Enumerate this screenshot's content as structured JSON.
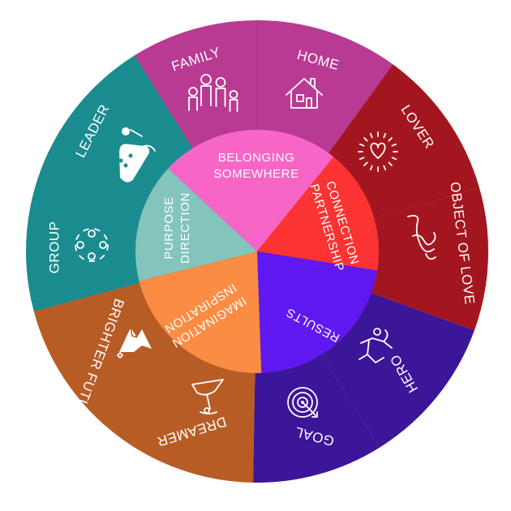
{
  "segments": [
    {
      "id": "leader",
      "label": "LEADER",
      "color": "#1a8c8f",
      "icon": "leader-bobsled-icon"
    },
    {
      "id": "family",
      "label": "FAMILY",
      "color": "#b93a93",
      "icon": "family-icon"
    },
    {
      "id": "home",
      "label": "HOME",
      "color": "#b93a93",
      "icon": "house-icon"
    },
    {
      "id": "lover",
      "label": "LOVER",
      "color": "#a4161f",
      "icon": "heart-icon"
    },
    {
      "id": "object-of-love",
      "label": "OBJECT OF LOVE",
      "color": "#a4161f",
      "icon": "love-script-icon"
    },
    {
      "id": "hero",
      "label": "HERO",
      "color": "#3c1699",
      "icon": "hero-icon"
    },
    {
      "id": "goal",
      "label": "GOAL",
      "color": "#3c1699",
      "icon": "target-icon"
    },
    {
      "id": "dreamer",
      "label": "DREAMER",
      "color": "#b85c26",
      "icon": "hammock-icon"
    },
    {
      "id": "brighter-future",
      "label": "BRIGHTER FUTURE",
      "color": "#b85c26",
      "icon": "mountain-icon"
    },
    {
      "id": "group",
      "label": "GROUP",
      "color": "#1a8c8f",
      "icon": "group-icon"
    }
  ],
  "inner": [
    {
      "id": "belonging",
      "lines": [
        "BELONGING",
        "SOMEWHERE"
      ],
      "color": "#f766c6"
    },
    {
      "id": "connection",
      "lines": [
        "CONNECTION",
        "PARTNERSHIP"
      ],
      "color": "#fb3333"
    },
    {
      "id": "results",
      "lines": [
        "RESULTS"
      ],
      "color": "#6018f0"
    },
    {
      "id": "inspiration",
      "lines": [
        "IMAGINATION",
        "INSPIRATION"
      ],
      "color": "#fb8c44"
    },
    {
      "id": "purpose",
      "lines": [
        "PURPOSE",
        "DIRECTION"
      ],
      "color": "#83c4bc"
    }
  ]
}
